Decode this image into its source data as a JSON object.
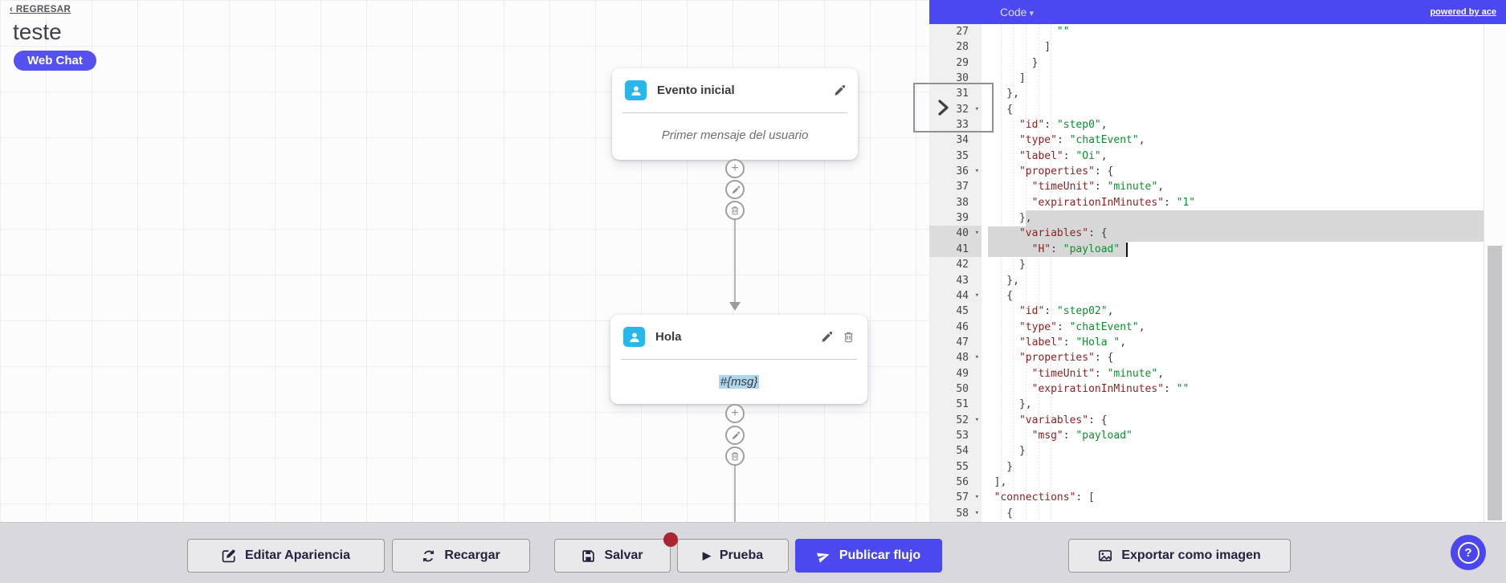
{
  "header": {
    "back": "‹ REGRESAR",
    "title": "teste",
    "badge": "Web Chat"
  },
  "flow": {
    "node1": {
      "title": "Evento inicial",
      "body": "Primer mensaje del usuario"
    },
    "node2": {
      "title": "Hola",
      "body": "#{msg}"
    }
  },
  "code_panel": {
    "title": "Code",
    "caret": "▾",
    "powered": "powered by ace",
    "lines": [
      {
        "n": 27,
        "t": "            \"\""
      },
      {
        "n": 28,
        "t": "          ]"
      },
      {
        "n": 29,
        "t": "        }"
      },
      {
        "n": 30,
        "t": "      ]"
      },
      {
        "n": 31,
        "t": "    },"
      },
      {
        "n": 32,
        "t": "    {",
        "fold": true
      },
      {
        "n": 33,
        "t": "      \"id\": \"step0\","
      },
      {
        "n": 34,
        "t": "      \"type\": \"chatEvent\","
      },
      {
        "n": 35,
        "t": "      \"label\": \"Oi\","
      },
      {
        "n": 36,
        "t": "      \"properties\": {",
        "fold": true
      },
      {
        "n": 37,
        "t": "        \"timeUnit\": \"minute\","
      },
      {
        "n": 38,
        "t": "        \"expirationInMinutes\": \"1\""
      },
      {
        "n": 39,
        "t": "      },"
      },
      {
        "n": 40,
        "t": "      \"variables\": {",
        "fold": true,
        "active": true
      },
      {
        "n": 41,
        "t": "        \"H\": \"payload\"",
        "active": true
      },
      {
        "n": 42,
        "t": "      }"
      },
      {
        "n": 43,
        "t": "    },"
      },
      {
        "n": 44,
        "t": "    {",
        "fold": true
      },
      {
        "n": 45,
        "t": "      \"id\": \"step02\","
      },
      {
        "n": 46,
        "t": "      \"type\": \"chatEvent\","
      },
      {
        "n": 47,
        "t": "      \"label\": \"Hola \","
      },
      {
        "n": 48,
        "t": "      \"properties\": {",
        "fold": true
      },
      {
        "n": 49,
        "t": "        \"timeUnit\": \"minute\","
      },
      {
        "n": 50,
        "t": "        \"expirationInMinutes\": \"\""
      },
      {
        "n": 51,
        "t": "      },"
      },
      {
        "n": 52,
        "t": "      \"variables\": {",
        "fold": true
      },
      {
        "n": 53,
        "t": "        \"msg\": \"payload\""
      },
      {
        "n": 54,
        "t": "      }"
      },
      {
        "n": 55,
        "t": "    }"
      },
      {
        "n": 56,
        "t": "  ],"
      },
      {
        "n": 57,
        "t": "  \"connections\": [",
        "fold": true
      },
      {
        "n": 58,
        "t": "    {",
        "fold": true
      }
    ]
  },
  "toolbar": {
    "buttons": [
      {
        "label": "Editar Apariencia",
        "icon": "edit-square-icon"
      },
      {
        "label": "Recargar",
        "icon": "refresh-icon"
      },
      {
        "label": "Salvar",
        "icon": "save-icon",
        "unsaved_badge": true
      },
      {
        "label": "Prueba",
        "icon": "play-icon"
      },
      {
        "label": "Publicar flujo",
        "icon": "paper-plane-icon",
        "primary": true
      },
      {
        "label": "Exportar como imagen",
        "icon": "image-icon"
      }
    ]
  },
  "help": {
    "label": "?"
  },
  "colors": {
    "accent": "#4b48f0",
    "badge": "#5551ef",
    "node_icon": "#29b7ea",
    "code_key": "#8b2323",
    "code_string": "#0c8f2d",
    "selection": "#d7d7d7",
    "msg_highlight": "#aed6ec",
    "unsaved_dot": "#ab2430"
  }
}
